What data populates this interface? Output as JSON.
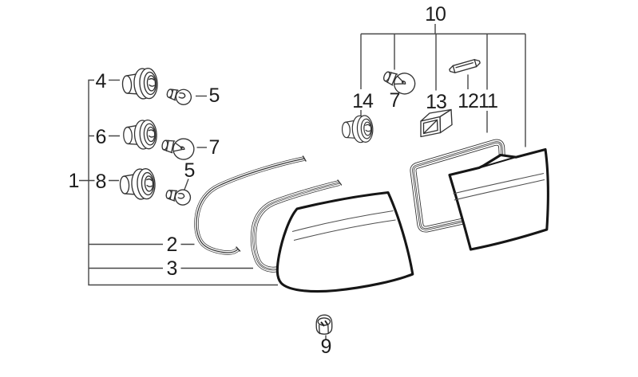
{
  "diagram": {
    "background_color": "#ffffff",
    "ink_color": "#1d1d1d",
    "callouts": {
      "n1": "1",
      "n2": "2",
      "n3": "3",
      "n4": "4",
      "n5_upper": "5",
      "n5_lower": "5",
      "n6": "6",
      "n7_left": "7",
      "n7_top": "7",
      "n8": "8",
      "n9": "9",
      "n10": "10",
      "n11": "11",
      "n12": "12",
      "n13": "13",
      "n14": "14"
    }
  }
}
